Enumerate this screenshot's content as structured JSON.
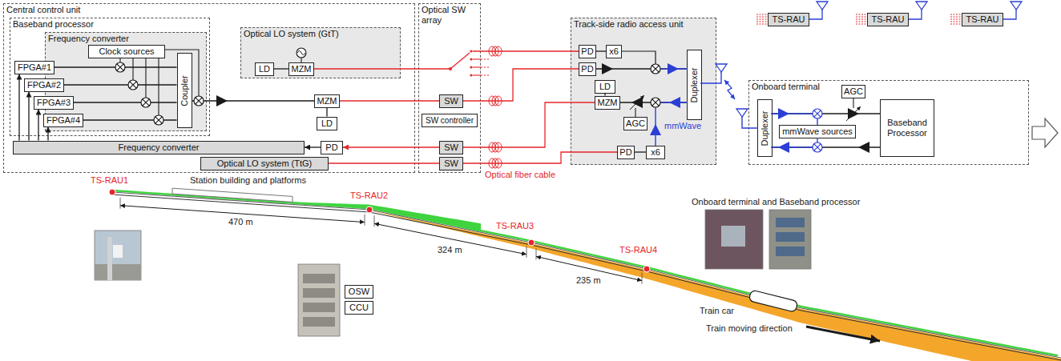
{
  "diagram": {
    "nodes": [
      {
        "text": [
          "Central control unit"
        ]
      },
      {
        "text": [
          "Baseband processor"
        ],
        "in": 0
      },
      {
        "text": [
          "Frequency converter"
        ],
        "in": 1
      },
      {
        "text": [
          "Clock sources"
        ],
        "in": 2
      },
      {
        "text": [
          "FPGA#1"
        ],
        "in": 1
      },
      {
        "text": [
          "FPGA#2"
        ],
        "in": 1
      },
      {
        "text": [
          "FPGA#3"
        ],
        "in": 1
      },
      {
        "text": [
          "FPGA#4"
        ],
        "in": 1
      },
      {
        "text": [
          "Coupler"
        ],
        "in": 2
      },
      {
        "text": [
          "Optical LO system (GtT)"
        ],
        "in": 0
      },
      {
        "text": [
          "LD"
        ],
        "in": 9
      },
      {
        "text": [
          "MZM"
        ],
        "in": 9
      },
      {
        "text": [
          "MZM"
        ],
        "in": 0
      },
      {
        "text": [
          "LD"
        ],
        "in": 0
      },
      {
        "text": [
          "Frequency converter"
        ],
        "in": 0
      },
      {
        "text": [
          "PD"
        ],
        "in": 0
      },
      {
        "text": [
          "Optical LO system (TtG)"
        ],
        "in": 0
      },
      {
        "text": [
          "Optical SW array"
        ]
      },
      {
        "text": [
          "SW"
        ],
        "in": 17
      },
      {
        "text": [
          "SW controller"
        ],
        "in": 17
      },
      {
        "text": [
          "SW"
        ],
        "in": 17
      },
      {
        "text": [
          "SW"
        ],
        "in": 17
      },
      {
        "text": [
          "Track-side radio access unit"
        ]
      },
      {
        "text": [
          "PD"
        ],
        "in": 22
      },
      {
        "text": [
          "x6"
        ],
        "in": 22
      },
      {
        "text": [
          "PD"
        ],
        "in": 22
      },
      {
        "text": [
          "Duplexer"
        ],
        "in": 22
      },
      {
        "text": [
          "LD"
        ],
        "in": 22
      },
      {
        "text": [
          "MZM"
        ],
        "in": 22
      },
      {
        "text": [
          "AGC"
        ],
        "in": 22
      },
      {
        "text": [
          "PD"
        ],
        "in": 22
      },
      {
        "text": [
          "x6"
        ],
        "in": 22
      },
      {
        "text": [
          "TS-RAU"
        ]
      },
      {
        "text": [
          "TS-RAU"
        ]
      },
      {
        "text": [
          "TS-RAU"
        ]
      },
      {
        "text": [
          "Onboard terminal"
        ]
      },
      {
        "text": [
          "AGC"
        ],
        "in": 35
      },
      {
        "text": [
          "Duplexer"
        ],
        "in": 35
      },
      {
        "text": [
          "mmWave sources"
        ],
        "in": 35
      },
      {
        "text": [
          "Baseband Processor"
        ],
        "in": 35
      },
      {
        "text": [
          "OSW"
        ]
      },
      {
        "text": [
          "CCU"
        ]
      }
    ],
    "edges": [
      {
        "from": 4,
        "to": 8,
        "arrow": "none"
      },
      {
        "from": 5,
        "to": 8,
        "arrow": "none"
      },
      {
        "from": 6,
        "to": 8,
        "arrow": "none"
      },
      {
        "from": 7,
        "to": 8,
        "arrow": "none"
      },
      {
        "from": 14,
        "to": 4,
        "arrow": "to"
      },
      {
        "from": 14,
        "to": 5,
        "arrow": "to"
      },
      {
        "from": 14,
        "to": 6,
        "arrow": "to"
      },
      {
        "from": 14,
        "to": 7,
        "arrow": "to"
      },
      {
        "from": 8,
        "to": 12,
        "arrow": "none"
      },
      {
        "from": 10,
        "to": 11,
        "arrow": "none"
      },
      {
        "from": 13,
        "to": 12,
        "arrow": "none"
      },
      {
        "from": 12,
        "to": 18,
        "arrow": "none"
      },
      {
        "from": 20,
        "to": 15,
        "arrow": "to"
      },
      {
        "from": 15,
        "to": 14,
        "arrow": "to"
      },
      {
        "from": 16,
        "to": 21,
        "arrow": "none"
      },
      {
        "from": 18,
        "to": 25,
        "arrow": "none"
      },
      {
        "from": 28,
        "to": 20,
        "arrow": "none"
      },
      {
        "from": 21,
        "to": 30,
        "arrow": "none"
      },
      {
        "from": 23,
        "to": 24,
        "arrow": "none"
      },
      {
        "from": 25,
        "to": 26,
        "arrow": "none"
      },
      {
        "from": 27,
        "to": 28,
        "arrow": "none"
      },
      {
        "from": 26,
        "to": 28,
        "arrow": "none"
      },
      {
        "from": 30,
        "to": 31,
        "arrow": "none"
      },
      {
        "from": 37,
        "to": 39,
        "arrow": "none"
      },
      {
        "from": 39,
        "to": 37,
        "arrow": "none"
      }
    ],
    "labels": [
      "Optical fiber cable",
      "mmWave",
      "TS-RAU1",
      "Station building and platforms",
      "TS-RAU2",
      "470 m",
      "324 m",
      "TS-RAU3",
      "TS-RAU4",
      "235 m",
      "Onboard terminal and Baseband processor",
      "Train car",
      "Train moving direction"
    ]
  }
}
